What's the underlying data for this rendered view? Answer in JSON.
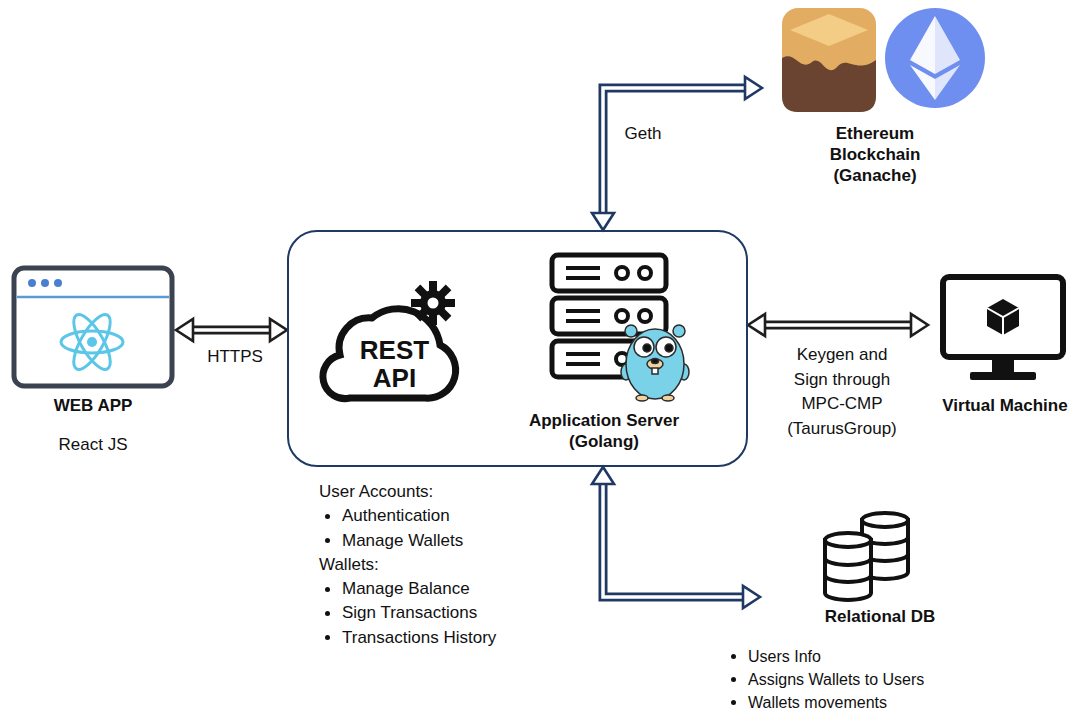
{
  "diagram": {
    "nodes": [
      {
        "text": [
          "Ethereum Blockchain (Ganache)"
        ]
      },
      {
        "text": [
          "WEB APP",
          "React JS"
        ]
      },
      {
        "text": [
          "User Accounts:",
          "Authentication",
          "Manage Wallets",
          "Wallets:",
          "Manage Balance",
          "Sign Transactions",
          "Transactions History"
        ]
      },
      {
        "text": [
          "REST API"
        ],
        "in": 2
      },
      {
        "text": [
          "Application Server (Golang)"
        ],
        "in": 2
      },
      {
        "text": [
          "Virtual Machine"
        ]
      },
      {
        "text": [
          "Relational DB",
          "Users Info",
          "Assigns Wallets to Users",
          "Wallets movements"
        ]
      }
    ],
    "edges": [
      {
        "from": 1,
        "to": 2,
        "label": "HTTPS",
        "arrow": "both"
      },
      {
        "from": 2,
        "to": 0,
        "label": "Geth",
        "arrow": "both"
      },
      {
        "from": 2,
        "to": 5,
        "label": "Keygen and Sign through MPC-CMP (TaurusGroup)",
        "arrow": "both"
      },
      {
        "from": 2,
        "to": 6,
        "arrow": "both"
      }
    ]
  }
}
